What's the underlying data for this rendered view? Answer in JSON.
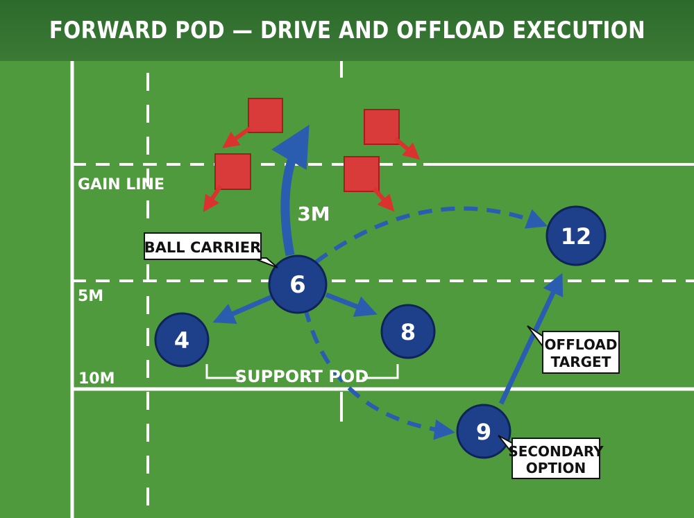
{
  "title": "FORWARD POD — DRIVE AND OFFLOAD EXECUTION",
  "lines": {
    "gain_line": "GAIN LINE",
    "five_m": "5M",
    "ten_m": "10M"
  },
  "players": {
    "six": "6",
    "four": "4",
    "eight": "8",
    "nine": "9",
    "twelve": "12"
  },
  "labels": {
    "ball_carrier": "BALL CARRIER",
    "distance": "3M",
    "support_pod": "SUPPORT POD",
    "offload_line1": "OFFLOAD",
    "offload_line2": "TARGET",
    "secondary_line1": "SECONDARY",
    "secondary_line2": "OPTION"
  },
  "colors": {
    "field": "#4f9a3c",
    "title_bar": "#2f6c2e",
    "player_fill": "#1e3f8a",
    "arrow": "#2a5db0",
    "defender": "#d93a3a",
    "defender_arrow": "#d9322f",
    "line": "#ffffff"
  }
}
